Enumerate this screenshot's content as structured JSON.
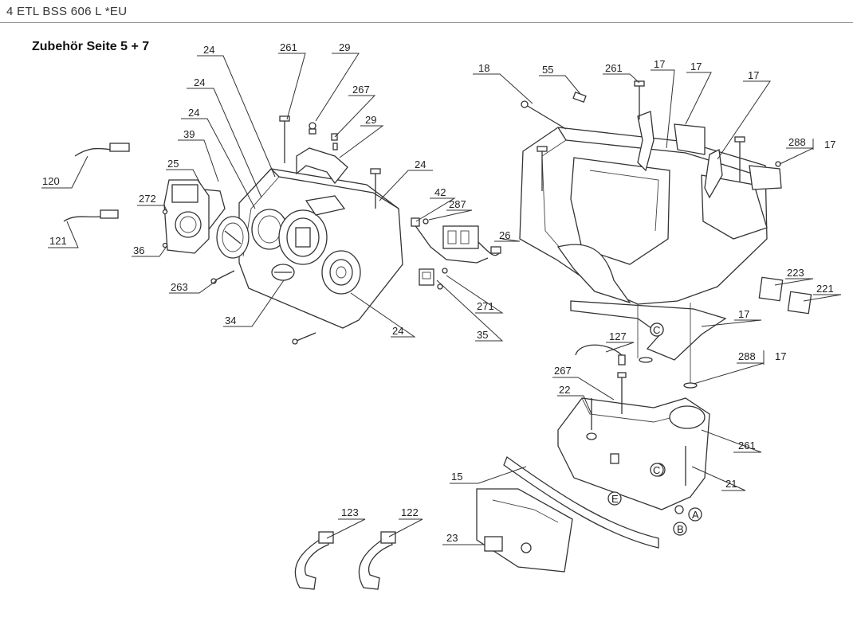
{
  "header": {
    "title": "4 ETL BSS 606 L *EU"
  },
  "note": "Zubehör Seite 5 + 7",
  "callouts": [
    {
      "id": "261a",
      "label": "261"
    },
    {
      "id": "29a",
      "label": "29"
    },
    {
      "id": "24a",
      "label": "24"
    },
    {
      "id": "24b",
      "label": "24"
    },
    {
      "id": "24c",
      "label": "24"
    },
    {
      "id": "267a",
      "label": "267"
    },
    {
      "id": "29b",
      "label": "29"
    },
    {
      "id": "39",
      "label": "39"
    },
    {
      "id": "25",
      "label": "25"
    },
    {
      "id": "24d",
      "label": "24"
    },
    {
      "id": "120",
      "label": "120"
    },
    {
      "id": "272",
      "label": "272"
    },
    {
      "id": "42",
      "label": "42"
    },
    {
      "id": "287",
      "label": "287"
    },
    {
      "id": "26",
      "label": "26"
    },
    {
      "id": "121",
      "label": "121"
    },
    {
      "id": "36",
      "label": "36"
    },
    {
      "id": "263",
      "label": "263"
    },
    {
      "id": "271",
      "label": "271"
    },
    {
      "id": "34",
      "label": "34"
    },
    {
      "id": "24e",
      "label": "24"
    },
    {
      "id": "35",
      "label": "35"
    },
    {
      "id": "18",
      "label": "18"
    },
    {
      "id": "55",
      "label": "55"
    },
    {
      "id": "261b",
      "label": "261"
    },
    {
      "id": "17a",
      "label": "17"
    },
    {
      "id": "17b",
      "label": "17"
    },
    {
      "id": "17c",
      "label": "17"
    },
    {
      "id": "288a",
      "label": "288"
    },
    {
      "id": "17d",
      "label": "17"
    },
    {
      "id": "223",
      "label": "223"
    },
    {
      "id": "221",
      "label": "221"
    },
    {
      "id": "17e",
      "label": "17"
    },
    {
      "id": "127",
      "label": "127"
    },
    {
      "id": "288b",
      "label": "288"
    },
    {
      "id": "17f",
      "label": "17"
    },
    {
      "id": "267b",
      "label": "267"
    },
    {
      "id": "22",
      "label": "22"
    },
    {
      "id": "261c",
      "label": "261"
    },
    {
      "id": "15",
      "label": "15"
    },
    {
      "id": "21",
      "label": "21"
    },
    {
      "id": "123",
      "label": "123"
    },
    {
      "id": "122",
      "label": "122"
    },
    {
      "id": "23",
      "label": "23"
    }
  ],
  "markers": [
    {
      "id": "C1",
      "label": "C"
    },
    {
      "id": "C2",
      "label": "C"
    },
    {
      "id": "E",
      "label": "E"
    },
    {
      "id": "B",
      "label": "B"
    },
    {
      "id": "A",
      "label": "A"
    }
  ]
}
